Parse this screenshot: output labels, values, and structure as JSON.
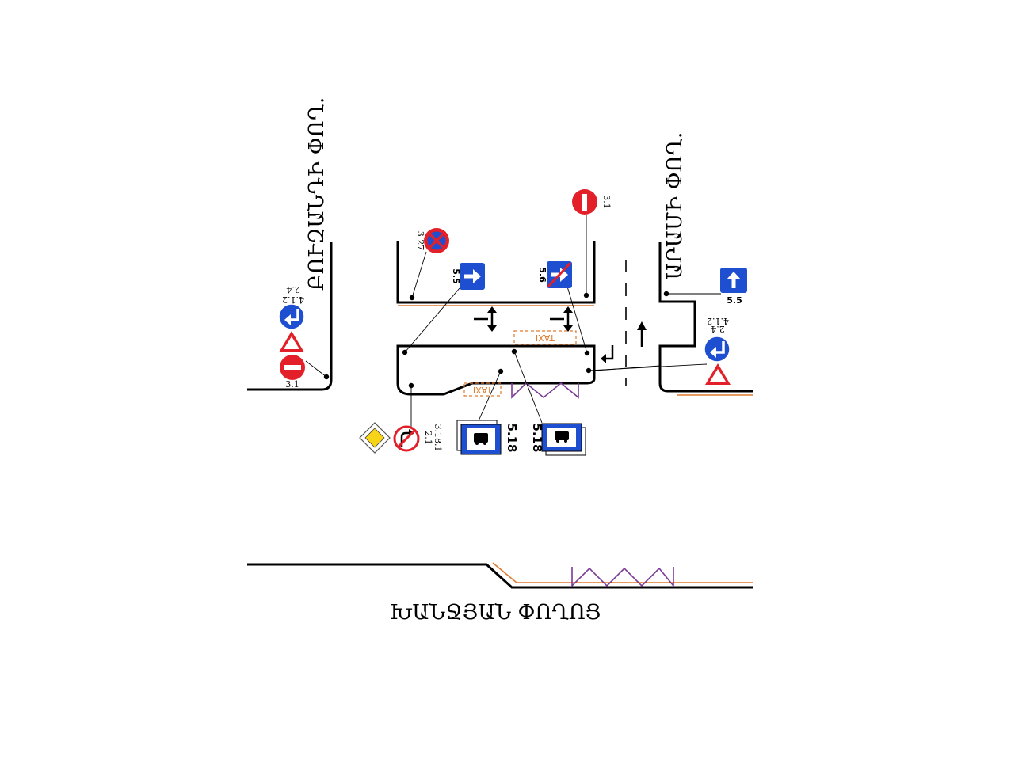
{
  "streets": {
    "left": "ԲՈՒԶԱՆԴԻ ՓՈՂ.",
    "right": "ԱՐԱՄԻ ՓՈՂ.",
    "bottom": "ԽԱՆՋՅԱՆ ՓՈՂՈՑ"
  },
  "signs": {
    "no_stopping_code": "3.27",
    "one_way_road_a_code": "5.5",
    "end_one_way_code": "5.6",
    "no_entry_top_code": "3.1",
    "one_way_road_b_code": "5.5",
    "left_group_top_code": "2.4",
    "left_group_mid_code": "4.1.2",
    "left_group_bottom_code": "3.1",
    "right_group_top_code": "2.4",
    "right_group_mid_code": "4.1.2",
    "priority_code_a": "2.1",
    "priority_code_b": "3.18.1",
    "bus_lane_a_code": "5.18",
    "bus_lane_b_code": "5.18"
  },
  "markings": {
    "taxi_a": "TAXI",
    "taxi_b": "TAXI"
  },
  "colors": {
    "road_edge": "#000000",
    "curb_line": "#e07a2c",
    "zigzag": "#7b3a96",
    "sign_blue": "#1f4fd1",
    "sign_red": "#e3202a",
    "priority_yellow": "#f7d417"
  }
}
